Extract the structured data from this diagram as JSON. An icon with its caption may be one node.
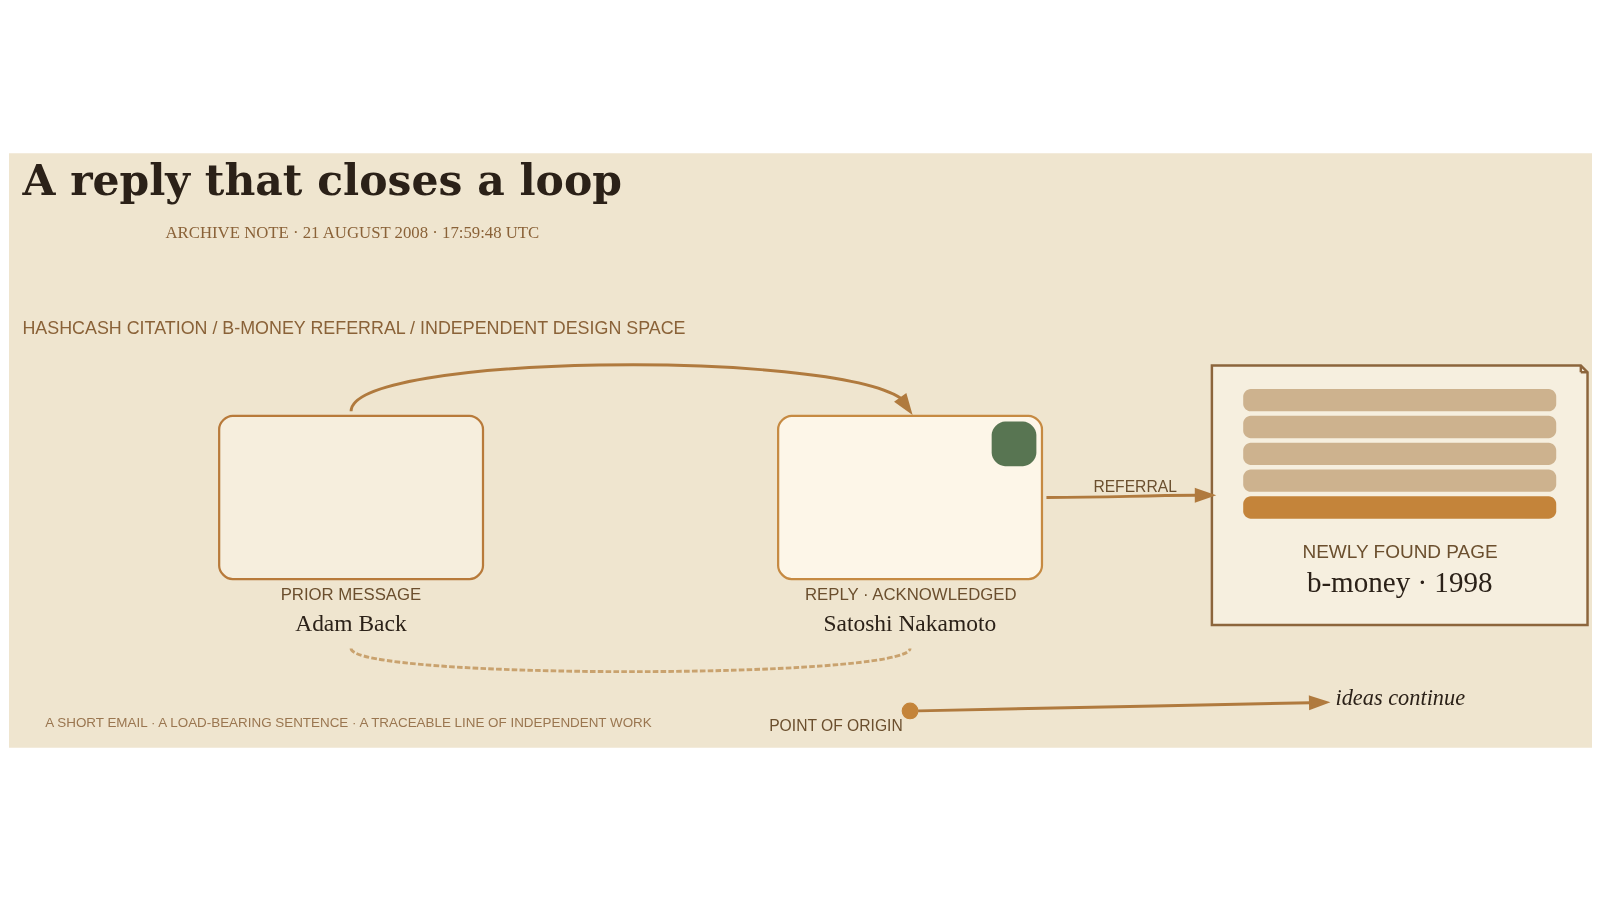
{
  "diagram": {
    "title": "A reply that closes a loop",
    "nodes": [
      {
        "text": [
          "PRIOR MESSAGE",
          "Adam Back"
        ]
      },
      {
        "text": [
          "REPLY · ACKNOWLEDGED",
          "Satoshi Nakamoto"
        ]
      },
      {
        "text": [
          "NEWLY FOUND PAGE",
          "b-money · 1998"
        ]
      },
      {
        "text": [],
        "shape": "circle",
        "beside": [
          "POINT OF ORIGIN"
        ]
      },
      {
        "text": [
          "ideas continue"
        ]
      }
    ],
    "edges": [
      {
        "from": 0,
        "to": 1,
        "arrow": "to"
      },
      {
        "from": 0,
        "to": 1,
        "arrow": "none",
        "style": "dashed",
        "color": "#c9a26e"
      },
      {
        "from": 1,
        "to": 2,
        "arrow": "to",
        "label": "REFERRAL"
      },
      {
        "from": 3,
        "to": 4,
        "arrow": "to"
      }
    ],
    "labels": [
      "ARCHIVE NOTE · 21 AUGUST 2008 · 17:59:48 UTC",
      "HASHCASH CITATION / B-MONEY REFERRAL / INDEPENDENT DESIGN SPACE",
      "A SHORT EMAIL · A LOAD-BEARING SENTENCE · A TRACEABLE LINE OF INDEPENDENT WORK"
    ]
  }
}
